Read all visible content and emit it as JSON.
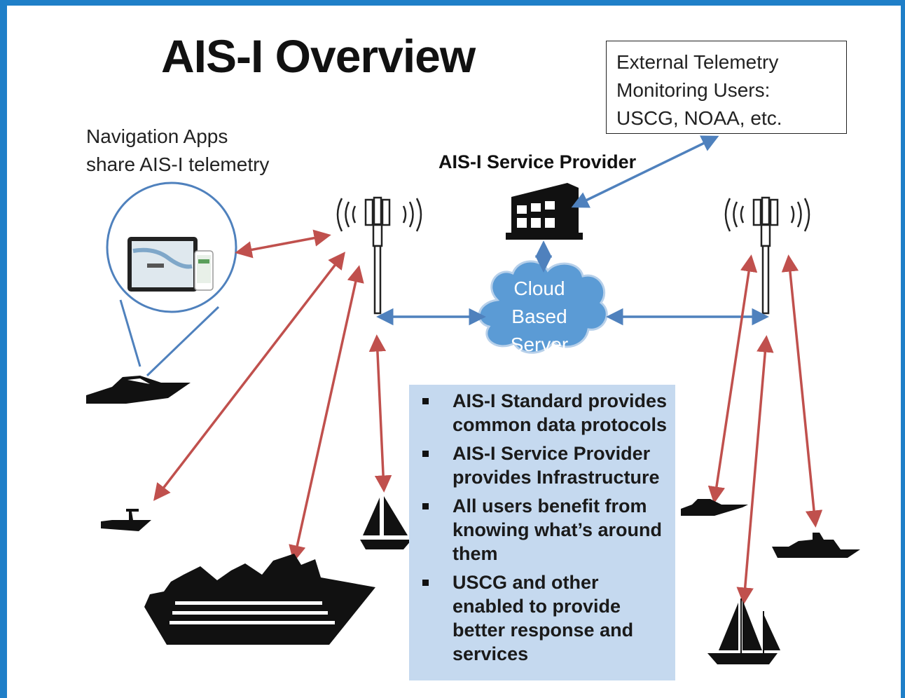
{
  "slide": {
    "title": "AIS-I Overview",
    "external_users": {
      "lines": [
        "External Telemetry",
        "Monitoring Users:",
        "USCG, NOAA, etc."
      ]
    },
    "nav_apps": {
      "lines": [
        "Navigation Apps",
        "share AIS-I telemetry"
      ]
    },
    "service_provider_label": "AIS-I Service Provider",
    "cloud": {
      "lines": [
        "Cloud",
        "Based",
        "Server"
      ]
    },
    "bullets": [
      "AIS-I Standard provides common data protocols",
      "AIS-I Service Provider provides Infrastructure",
      "All users benefit from knowing what’s around them",
      "USCG and other enabled to provide better response and services"
    ],
    "colors": {
      "frame_blue": "#1f7fc8",
      "bullet_box": "#c5d9ef",
      "red_arrow": "#c0504d",
      "blue_arrow": "#4f81bd",
      "cloud_fill": "#5b9bd5"
    },
    "icons": [
      "cell-tower-icon",
      "building-icon",
      "cloud-icon",
      "tablet-phone-icon",
      "speedboat-icon",
      "small-boat-icon",
      "cruise-ship-icon",
      "sailboat-icon",
      "yacht-icon",
      "tall-ship-icon"
    ]
  }
}
